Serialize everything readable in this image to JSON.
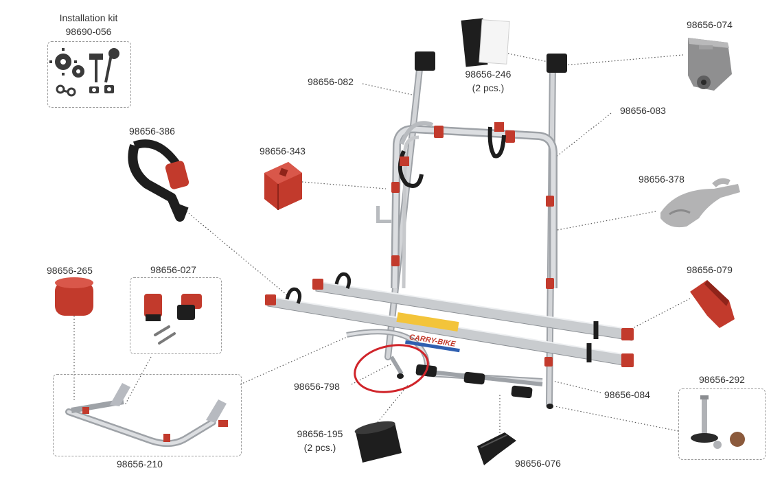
{
  "colors": {
    "aluminium": "#d3d5d8",
    "aluminium_dark": "#9ea2a7",
    "red": "#c23a2c",
    "red_dark": "#8f241a",
    "black": "#1e1e1e",
    "grey_part": "#a9a9aa",
    "highlight_circle": "#d0242a",
    "leader": "#555555",
    "label_text": "#333333"
  },
  "labels": {
    "kit_title": "Installation kit",
    "kit_code": "98690-056",
    "p082": "98656-082",
    "p246": "98656-246",
    "p246_qty": "(2 pcs.)",
    "p074": "98656-074",
    "p083": "98656-083",
    "p386": "98656-386",
    "p343": "98656-343",
    "p378": "98656-378",
    "p265": "98656-265",
    "p027": "98656-027",
    "p079": "98656-079",
    "p798": "98656-798",
    "p084": "98656-084",
    "p292": "98656-292",
    "p195": "98656-195",
    "p195_qty": "(2 pcs.)",
    "p076": "98656-076",
    "p210": "98656-210",
    "brand": "CARRY-BIKE"
  },
  "icons": {
    "kit_gears": "gears-icon",
    "kit_screws": "screw-icon",
    "kit_chain": "chain-link-icon",
    "kit_nuts": "nut-icon"
  }
}
